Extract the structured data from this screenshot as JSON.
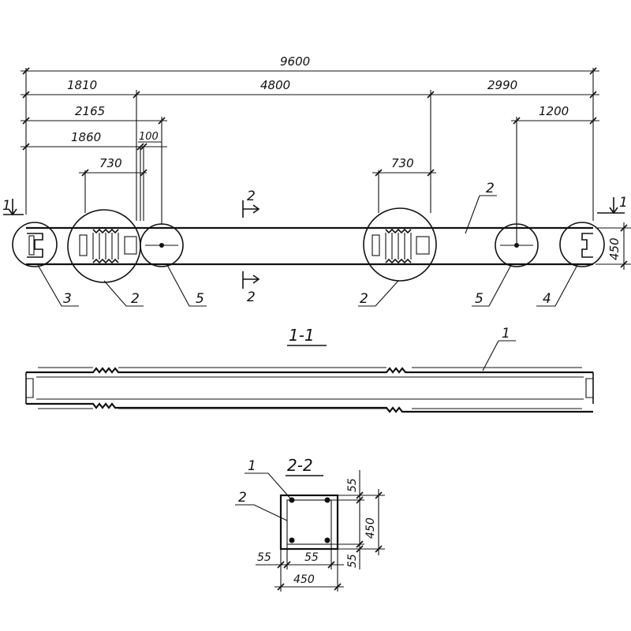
{
  "plan": {
    "dim_total": "9600",
    "dim_left": "1810",
    "dim_mid": "4800",
    "dim_right": "2990",
    "dim_a": "2165",
    "dim_b": "1860",
    "dim_c": "100",
    "dim_d": "1200",
    "dim_730_left": "730",
    "dim_730_right": "730",
    "dim_height": "450",
    "section_1_left": "1",
    "section_1_right": "1",
    "section_2_top": "2",
    "section_2_bottom": "2",
    "callout_3": "3",
    "callout_2_left": "2",
    "callout_5_left": "5",
    "callout_2_right": "2",
    "callout_5_right": "5",
    "callout_4": "4",
    "callout_2_body": "2"
  },
  "section_1_1": {
    "title": "1-1",
    "callout_1": "1"
  },
  "section_2_2": {
    "title": "2-2",
    "callout_1": "1",
    "callout_2": "2",
    "dim_top_cover": "55",
    "dim_height": "450",
    "dim_bottom_cover": "55",
    "dim_left_cover": "55",
    "dim_inner": "55",
    "dim_width": "450"
  }
}
